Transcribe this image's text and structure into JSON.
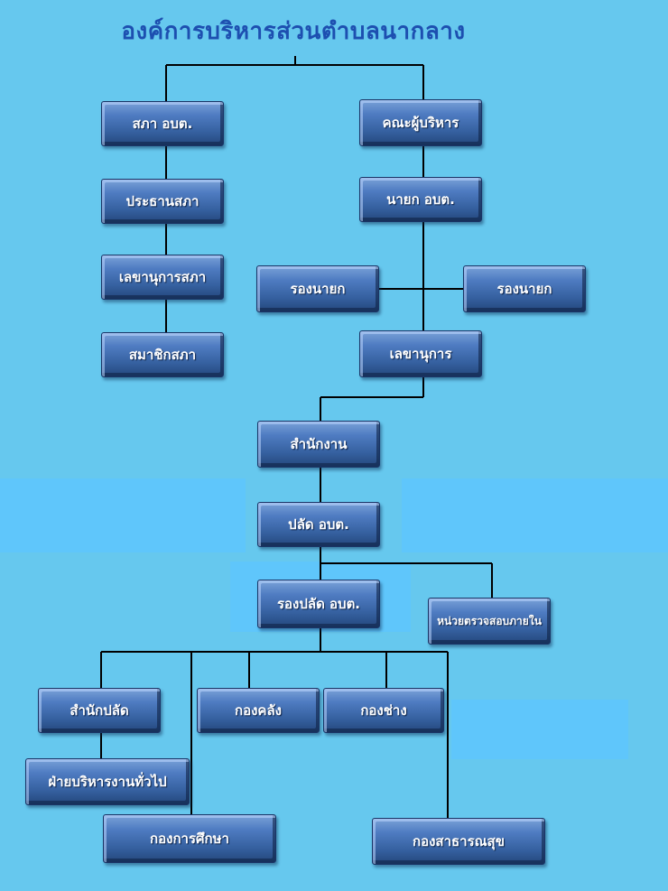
{
  "title": "องค์การบริหารส่วนตำบลนากลาง",
  "nodes": {
    "council": "สภา อบต.",
    "executive": "คณะผู้บริหาร",
    "council_president": "ประธานสภา",
    "mayor": "นายก อบต.",
    "council_secretary": "เลขานุการสภา",
    "deputy_mayor_left": "รองนายก",
    "deputy_mayor_right": "รองนายก",
    "council_members": "สมาชิกสภา",
    "secretary": "เลขานุการ",
    "office": "สำนักงาน",
    "chief_administrator": "ปลัด อบต.",
    "deputy_chief_administrator": "รองปลัด อบต.",
    "internal_audit": "หน่วยตรวจสอบภายใน",
    "chief_office": "สำนักปลัด",
    "finance_division": "กองคลัง",
    "engineering_division": "กองช่าง",
    "general_admin": "ฝ่ายบริหารงานทั่วไป",
    "education_division": "กองการศึกษา",
    "public_health_division": "กองสาธารณสุข"
  },
  "colors": {
    "background": "#66c8ee",
    "title": "#1d4fb0",
    "box": "#35609f",
    "line": "#000000"
  }
}
